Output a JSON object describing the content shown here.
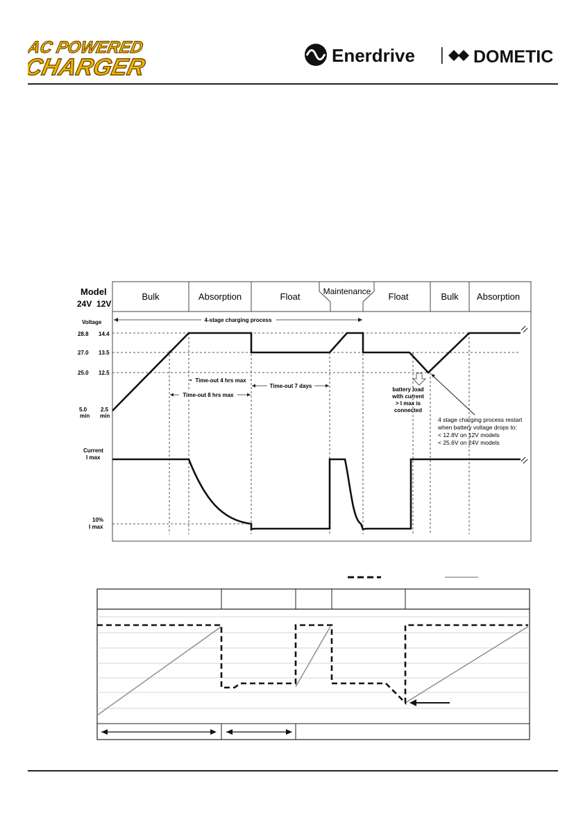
{
  "header": {
    "logo_line1": "AC POWERED",
    "logo_line2": "CHARGER",
    "brand_primary": "Enerdrive",
    "brand_secondary": "DOMETIC",
    "logo_color": "#f5b400",
    "logo_outline": "#6a4a00"
  },
  "chart1": {
    "model_label_1": "Model",
    "model_label_2": "24V  12V",
    "stages": [
      "Bulk",
      "Absorption",
      "Float",
      "Maintenance",
      "Float",
      "Bulk",
      "Absorption"
    ],
    "voltage_label": "Voltage",
    "process_label": "4-stage charging process",
    "voltage_ticks": [
      {
        "v24": "28.8",
        "v12": "14.4"
      },
      {
        "v24": "27.0",
        "v12": "13.5"
      },
      {
        "v24": "25.0",
        "v12": "12.5"
      },
      {
        "v24": "5.0",
        "v12": "2.5"
      }
    ],
    "min_label": "min",
    "timeout_4": "Time-out 4 hrs max",
    "timeout_8": "Time-out 8 hrs max",
    "timeout_7": "Time-out 7 days",
    "battery_load": [
      "battery load",
      "with current",
      "> I max is",
      "connected"
    ],
    "restart_note": [
      "4 stage charging process restart",
      "when battery voltage drops to:",
      "< 12.8V on 12V models",
      "< 25.6V on 24V models"
    ],
    "current_label_1": "Current",
    "current_label_2": "I max",
    "ten_pct_1": "10%",
    "ten_pct_2": "I max"
  },
  "chart2": {
    "legend_dashed_color": "#111111",
    "legend_solid_color": "#999999"
  }
}
